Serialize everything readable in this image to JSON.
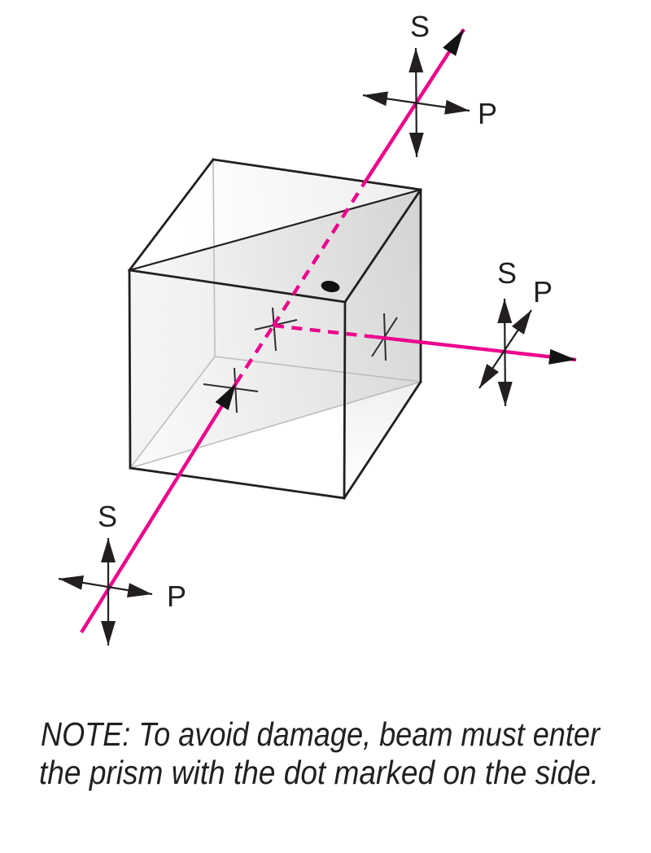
{
  "diagram": {
    "beam_color": "#EC008C",
    "outline_color": "#231F20",
    "polarization_markers": {
      "input": {
        "s": "S",
        "p": "P"
      },
      "output_top": {
        "s": "S",
        "p": "P"
      },
      "output_side": {
        "s": "S",
        "p": "P"
      }
    },
    "note": {
      "line1": "NOTE: To avoid damage, beam must enter",
      "line2": "the prism with the dot marked on the side."
    }
  }
}
